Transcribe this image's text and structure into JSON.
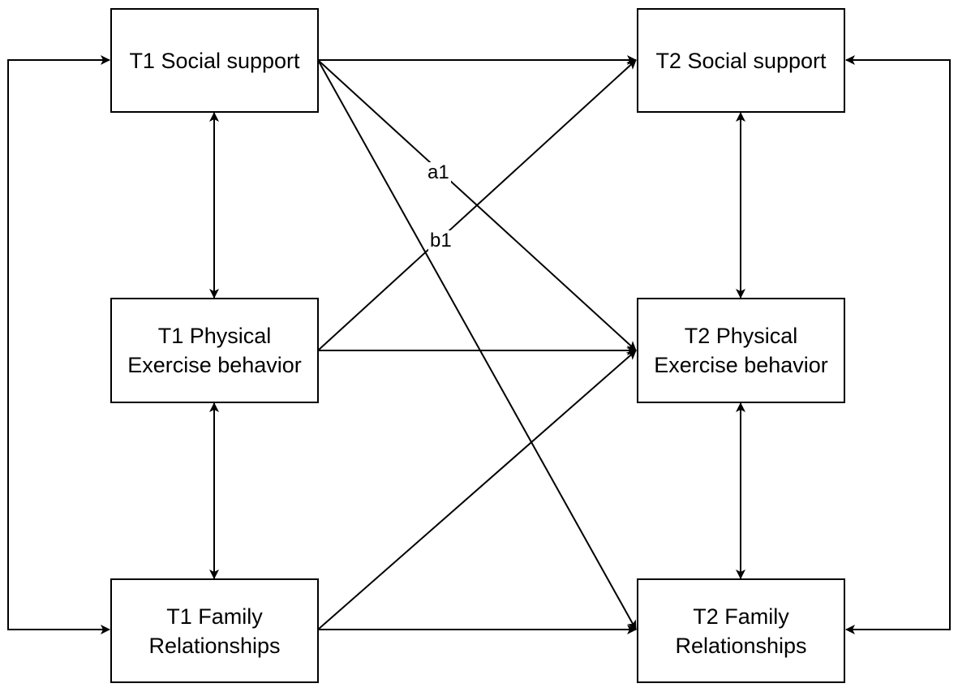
{
  "nodes": {
    "t1_social": {
      "line1": "T1 Social support",
      "line2": ""
    },
    "t1_exercise": {
      "line1": "T1 Physical",
      "line2": "Exercise behavior"
    },
    "t1_family": {
      "line1": "T1 Family",
      "line2": "Relationships"
    },
    "t2_social": {
      "line1": "T2 Social support",
      "line2": ""
    },
    "t2_exercise": {
      "line1": "T2 Physical",
      "line2": "Exercise behavior"
    },
    "t2_family": {
      "line1": "T2 Family",
      "line2": "Relationships"
    }
  },
  "edge_labels": {
    "a1": "a1",
    "b1": "b1"
  },
  "colors": {
    "stroke": "#000000",
    "background": "#ffffff"
  }
}
